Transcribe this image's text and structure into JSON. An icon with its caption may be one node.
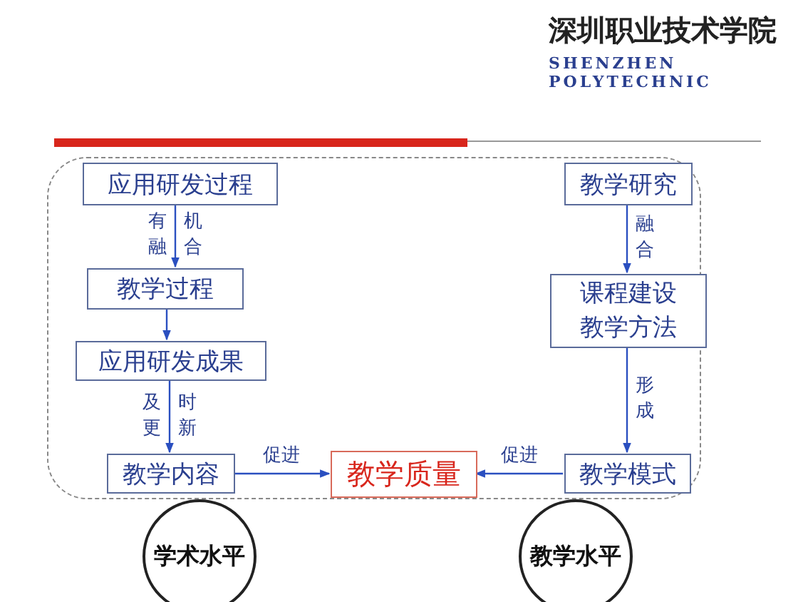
{
  "diagram": {
    "nodes": [
      {
        "text": [],
        "shape": "box"
      },
      {
        "text": [
          "应用研发过程"
        ],
        "in": 0
      },
      {
        "text": [
          "教学过程"
        ],
        "in": 0
      },
      {
        "text": [
          "应用研发成果"
        ],
        "in": 0
      },
      {
        "text": [
          "教学内容"
        ],
        "in": 0
      },
      {
        "text": [
          "教学质量"
        ],
        "in": 0
      },
      {
        "text": [
          "教学研究"
        ],
        "in": 0
      },
      {
        "text": [
          "课程建设教学方法"
        ],
        "in": 0
      },
      {
        "text": [
          "教学模式"
        ],
        "in": 0
      },
      {
        "text": [
          "学术水平"
        ]
      },
      {
        "text": [
          "教学水平"
        ]
      }
    ],
    "edges": [
      {
        "from": 1,
        "to": 2,
        "arrow": "to",
        "label": "有机融合"
      },
      {
        "from": 2,
        "to": 3,
        "arrow": "to"
      },
      {
        "from": 3,
        "to": 4,
        "arrow": "to",
        "label": "及时更新"
      },
      {
        "from": 4,
        "to": 5,
        "arrow": "to",
        "label": "促进"
      },
      {
        "from": 6,
        "to": 7,
        "arrow": "to",
        "label": "融合"
      },
      {
        "from": 7,
        "to": 8,
        "arrow": "to",
        "label": "形成"
      },
      {
        "from": 8,
        "to": 5,
        "arrow": "to",
        "label": "促进"
      }
    ],
    "labels": [
      "深圳职业技术学院",
      "SHENZHEN POLYTECHNIC"
    ]
  }
}
